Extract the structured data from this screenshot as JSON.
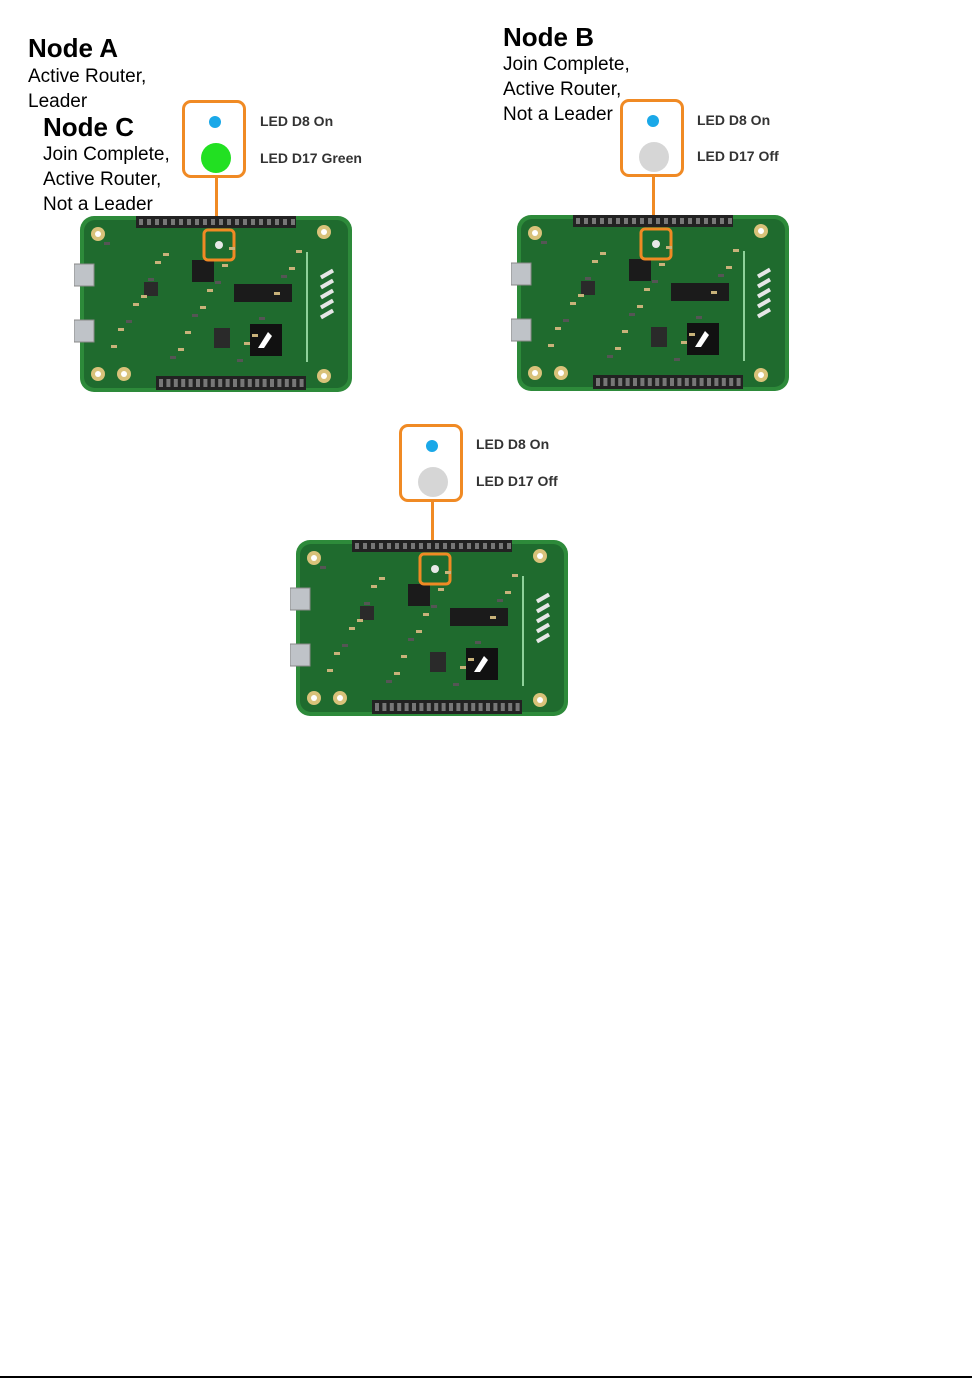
{
  "nodes": [
    {
      "id": "a",
      "title": "Node A",
      "lines": [
        "Active Router,",
        "Leader"
      ],
      "led_d8_label": "LED D8 On",
      "led_d17_label": "LED D17 Green",
      "led_d8_color": "#1aa8e8",
      "led_d17_color": "#22e022"
    },
    {
      "id": "b",
      "title": "Node B",
      "lines": [
        "Join Complete,",
        "Active Router,",
        "Not a Leader"
      ],
      "led_d8_label": "LED D8 On",
      "led_d17_label": "LED D17 Off",
      "led_d8_color": "#1aa8e8",
      "led_d17_color": "#d6d6d6"
    },
    {
      "id": "c",
      "title": "Node C",
      "lines": [
        "Join Complete,",
        "Active Router,",
        "Not a Leader"
      ],
      "led_d8_label": "LED D8 On",
      "led_d17_label": "LED D17 Off",
      "led_d8_color": "#1aa8e8",
      "led_d17_color": "#d6d6d6"
    }
  ],
  "colors": {
    "callout_border": "#f08a24",
    "board_green": "#1f6b2e",
    "board_edge": "#2d8a3a"
  },
  "icons": [
    "led-indicator-icon",
    "development-board-icon"
  ]
}
